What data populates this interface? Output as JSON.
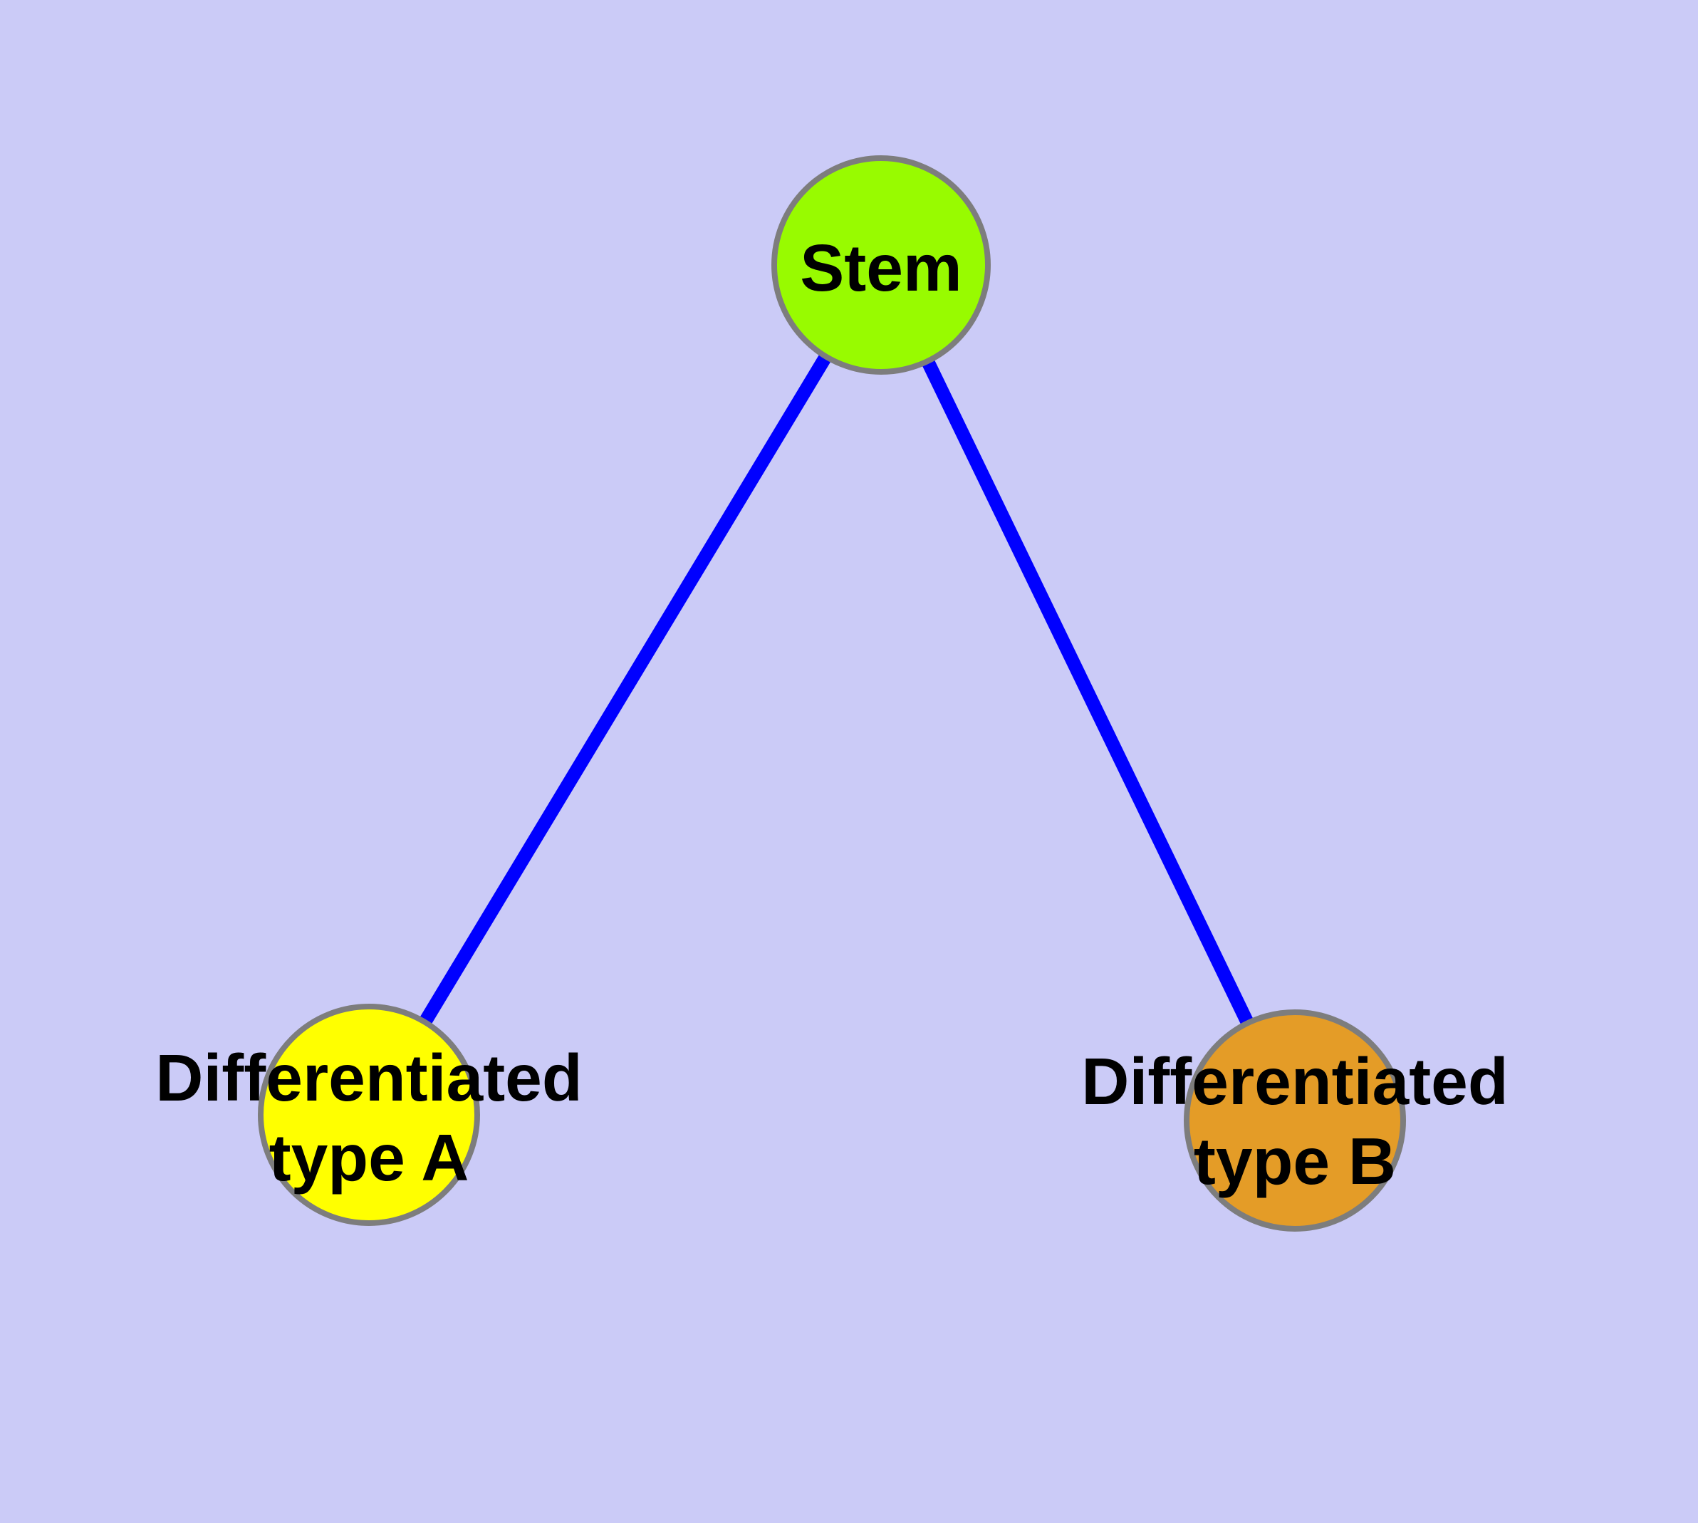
{
  "diagram": {
    "title": "cell differentiation graph",
    "background_color": "#CBCBF7",
    "edge_color": "#0000FF",
    "node_border_color": "#7D7D7D",
    "text_color": "#000000",
    "nodes": {
      "stem": {
        "label": "Stem",
        "fill": "#98FB00"
      },
      "type_a": {
        "label_line1": "Differentiated",
        "label_line2": "type A",
        "fill": "#FFFF00"
      },
      "type_b": {
        "label_line1": "Differentiated",
        "label_line2": "type B",
        "fill": "#E49C27"
      }
    },
    "edges": [
      {
        "from": "Stem",
        "to": "Differentiated type A"
      },
      {
        "from": "Stem",
        "to": "Differentiated type B"
      }
    ]
  }
}
